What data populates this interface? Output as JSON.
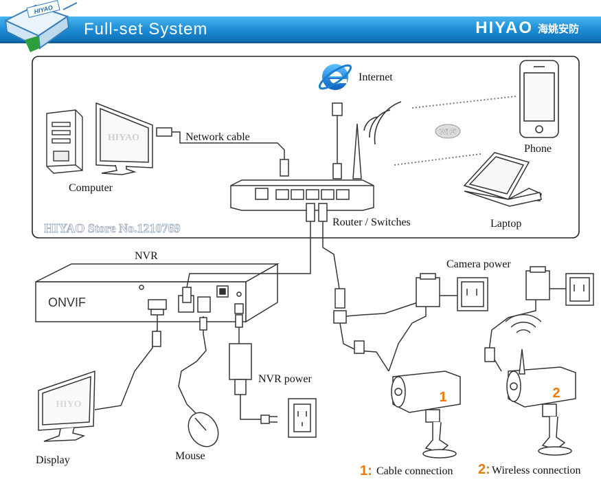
{
  "header": {
    "title": "Full-set  System",
    "brand": "HIYAO",
    "brand_cn": "海姚安防",
    "logo_text": "HIYAO",
    "bar_color": "#1f8fd8"
  },
  "watermarks": {
    "store": "HIYAO Store No.1210769",
    "monitor": "HIYAO",
    "display": "HIYO"
  },
  "labels": {
    "internet": "Internet",
    "network_cable": "Network cable",
    "computer": "Computer",
    "phone": "Phone",
    "wifi": "Wi Fi",
    "laptop": "Laptop",
    "router": "Router / Switches",
    "nvr": "NVR",
    "onvif": "ONVIF",
    "camera_power": "Camera power",
    "nvr_power": "NVR power",
    "display": "Display",
    "mouse": "Mouse",
    "cam1": "1",
    "cam2": "2"
  },
  "legend": {
    "item1_num": "1:",
    "item1_text": "Cable connection",
    "item2_num": "2:",
    "item2_text": "Wireless connection",
    "accent": "#f07800"
  }
}
